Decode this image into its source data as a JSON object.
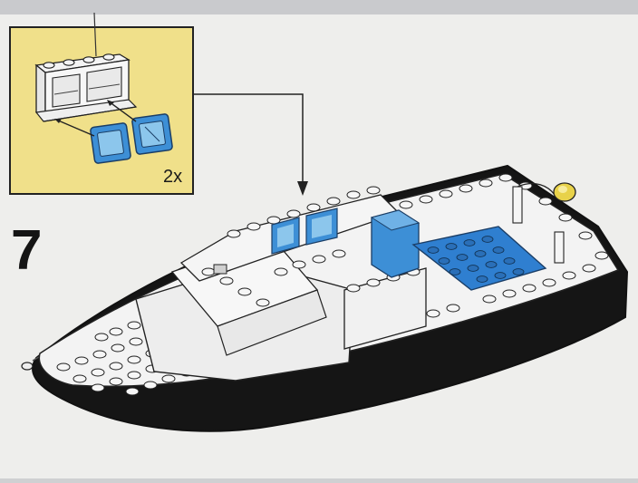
{
  "instruction": {
    "step_number": "7",
    "callout_quantity": "2x"
  },
  "colors": {
    "paper": "#eeeeec",
    "callout_background": "#f0e08a",
    "hull": "#151515",
    "cabin_white": "#f2f2f2",
    "brick_blue": "#3d8fd6",
    "window_blue": "#8cc6ec",
    "accent_yellow": "#e8d24a",
    "line": "#222222"
  },
  "icons": [
    "lego-window-frame",
    "lego-window-pane",
    "arrow-down",
    "boat-model"
  ]
}
